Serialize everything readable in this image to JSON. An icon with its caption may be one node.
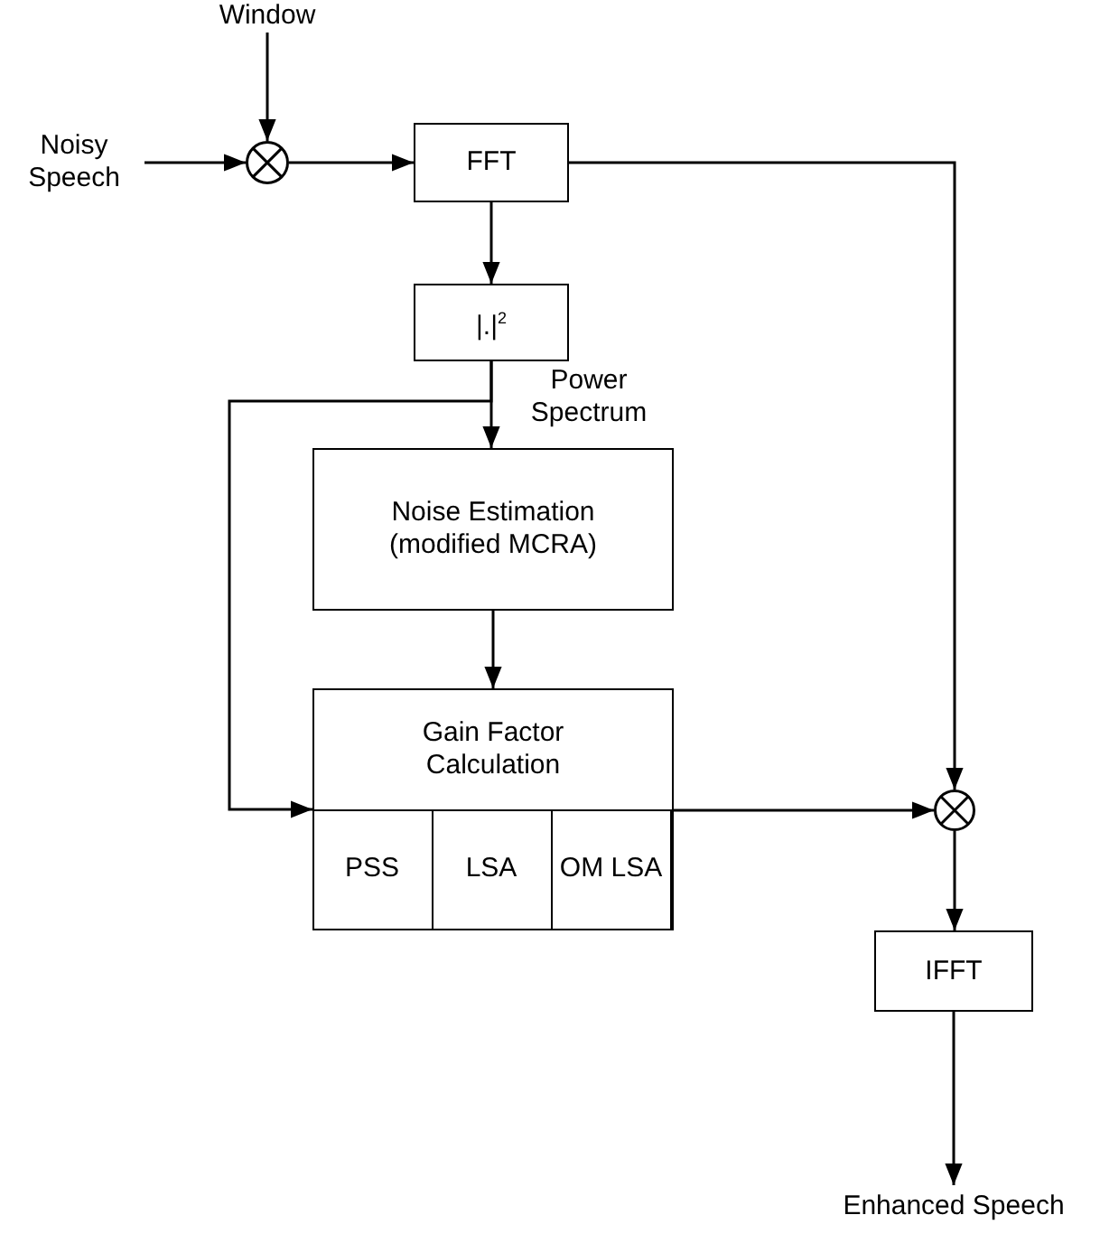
{
  "diagram": {
    "nodes": [
      {
        "text": [
          "Window"
        ]
      },
      {
        "text": [
          "Noisy Speech"
        ]
      },
      {
        "text": [],
        "shape": "circle"
      },
      {
        "text": [
          "FFT"
        ]
      },
      {
        "text": [
          "|.|$^{2}$"
        ]
      },
      {
        "text": [
          "Noise Estimation (modified MCRA)"
        ]
      },
      {
        "text": [
          "Gain Factor Calculation"
        ]
      },
      {
        "text": [
          "PSS"
        ],
        "in": 6
      },
      {
        "text": [
          "LSA"
        ],
        "in": 6
      },
      {
        "text": [
          "OM LSA"
        ],
        "in": 6
      },
      {
        "text": [],
        "shape": "circle"
      },
      {
        "text": [
          "IFFT"
        ]
      },
      {
        "text": [
          "Enhanced Speech"
        ]
      }
    ],
    "edges": [
      {
        "from": 0,
        "to": 2,
        "arrow": "to"
      },
      {
        "from": 1,
        "to": 2,
        "arrow": "to"
      },
      {
        "from": 2,
        "to": 3,
        "arrow": "to"
      },
      {
        "from": 3,
        "to": 4,
        "arrow": "to"
      },
      {
        "from": 4,
        "to": 5,
        "arrow": "to",
        "label": "Power Spectrum"
      },
      {
        "from": 4,
        "to": 6,
        "arrow": "to"
      },
      {
        "from": 5,
        "to": 6,
        "arrow": "to"
      },
      {
        "from": 3,
        "to": 10,
        "arrow": "to"
      },
      {
        "from": 6,
        "to": 10,
        "arrow": "to"
      },
      {
        "from": 10,
        "to": 11,
        "arrow": "to"
      },
      {
        "from": 11,
        "to": 12,
        "arrow": "to"
      }
    ]
  }
}
